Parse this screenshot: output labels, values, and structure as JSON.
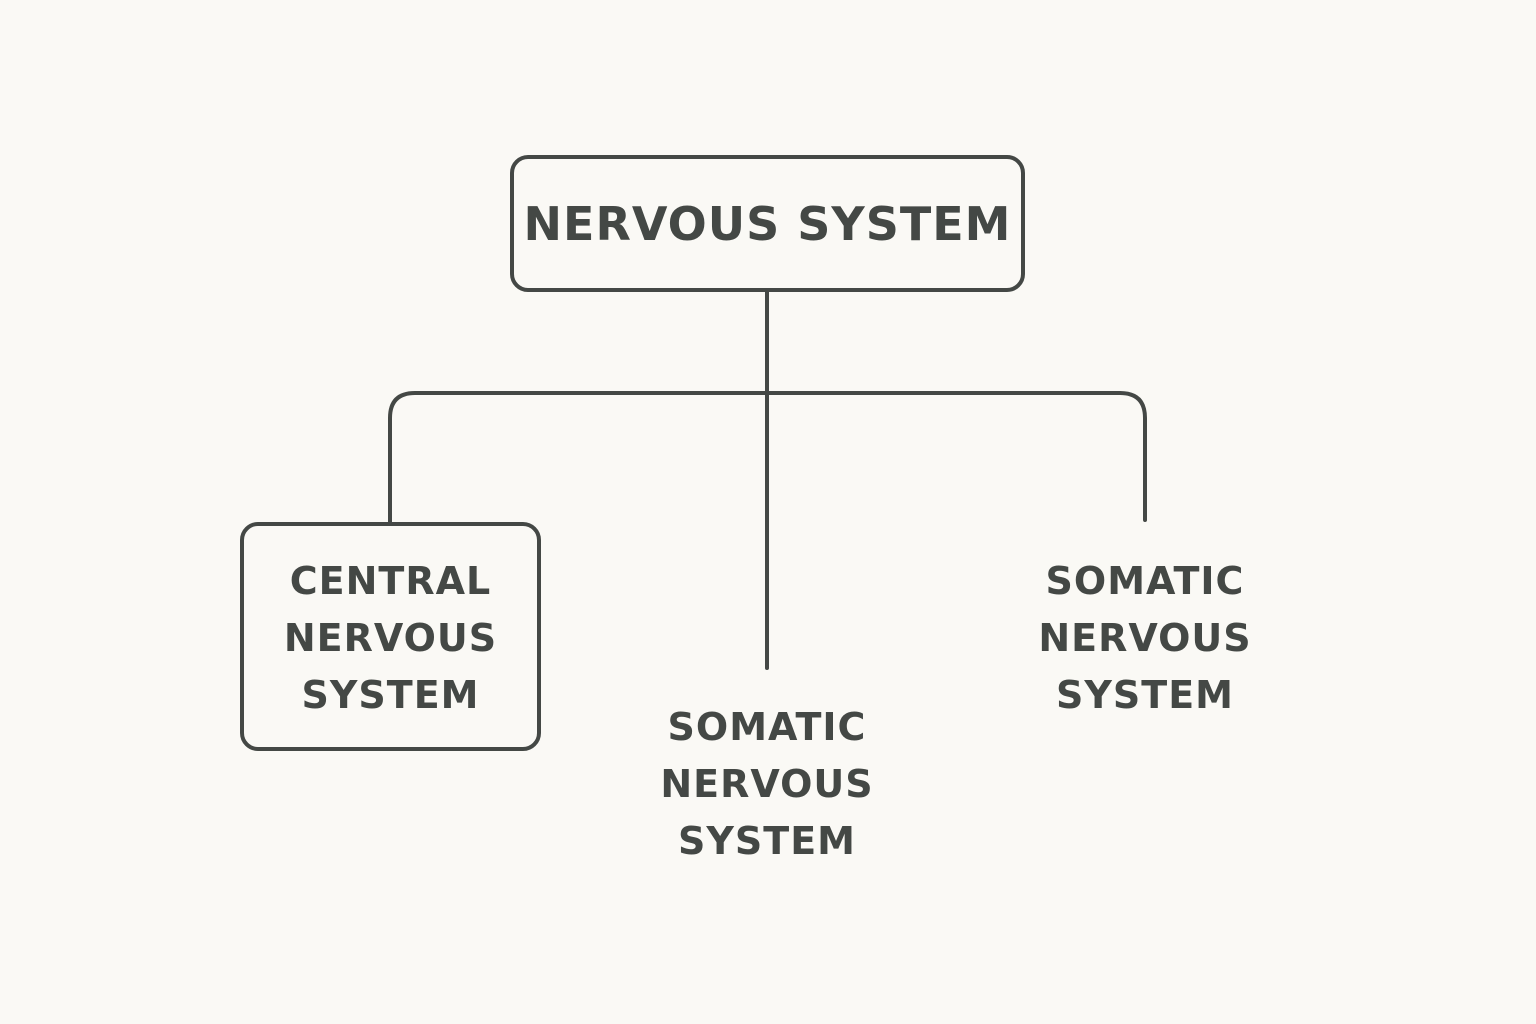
{
  "diagram": {
    "root": {
      "label": "NERVOUS SYSTEM"
    },
    "children": [
      {
        "lines": [
          "CENTRAL",
          "NERVOUS",
          "SYSTEM"
        ],
        "boxed": true
      },
      {
        "lines": [
          "SOMATIC",
          "NERVOUS",
          "SYSTEM"
        ],
        "boxed": false
      },
      {
        "lines": [
          "SOMATIC",
          "NERVOUS",
          "SYSTEM"
        ],
        "boxed": false
      }
    ],
    "colors": {
      "background": "#faf9f5",
      "stroke": "#444845",
      "text": "#444845"
    }
  }
}
